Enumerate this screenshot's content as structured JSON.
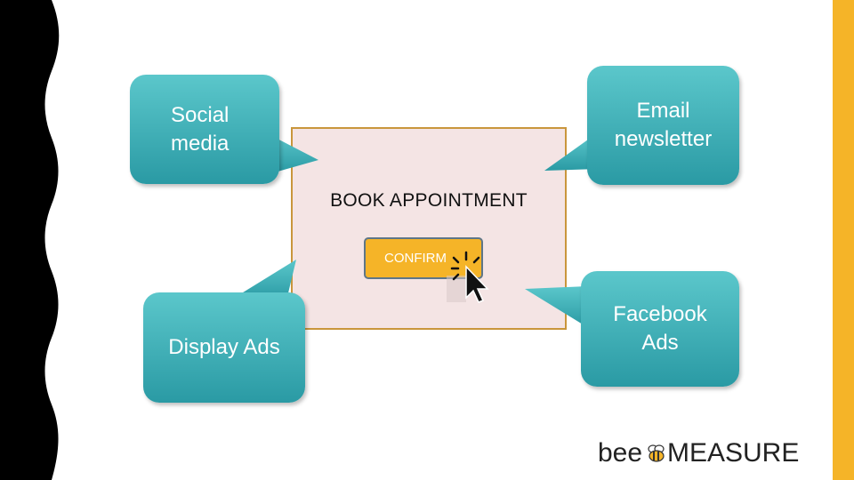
{
  "callouts": {
    "social": "Social media",
    "email": "Email newsletter",
    "display": "Display Ads",
    "facebook": "Facebook Ads"
  },
  "center": {
    "title": "BOOK APPOINTMENT",
    "confirm_label": "CONFIRM"
  },
  "logo": {
    "word1": "bee",
    "word2": "MEASURE"
  },
  "colors": {
    "accent_yellow": "#F5B428",
    "teal_light": "#5BC7CB",
    "teal_dark": "#2A9AA4",
    "box_fill": "#F4E4E4",
    "box_border": "#C9963C"
  }
}
